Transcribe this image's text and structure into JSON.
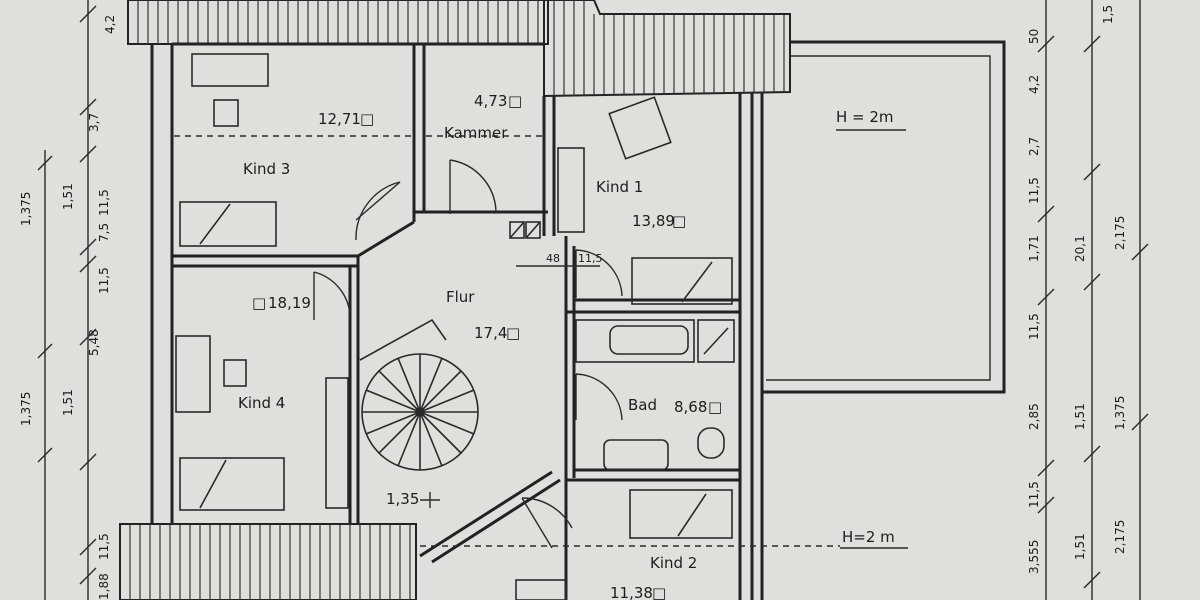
{
  "rooms": [
    {
      "id": "kind3",
      "name": "Kind 3",
      "area": "12,71"
    },
    {
      "id": "kammer",
      "name": "Kammer",
      "area": "4,73"
    },
    {
      "id": "kind1",
      "name": "Kind 1",
      "area": "13,89"
    },
    {
      "id": "kind4",
      "name": "Kind 4",
      "area": "18,19"
    },
    {
      "id": "flur",
      "name": "Flur",
      "area": "17,4"
    },
    {
      "id": "bad",
      "name": "Bad",
      "area": "8,68"
    },
    {
      "id": "kind2",
      "name": "Kind 2",
      "area": "11,38"
    }
  ],
  "height_notes": [
    "H = 2m",
    "H=2 m"
  ],
  "area_marker": "□",
  "interior_dims": [
    "48",
    "11,5",
    "1,35"
  ],
  "left_dims": [
    "4,2",
    "3,7",
    "1,51",
    "1,375",
    "11,5",
    "7,5",
    "11,5",
    "5,48",
    "1,51",
    "1,375",
    "11,5",
    "1,88"
  ],
  "right_dims": [
    "1,5",
    "50",
    "4,2",
    "2,7",
    "11,5",
    "1,71",
    "2,175",
    "20,1",
    "11,5",
    "2,85",
    "1,51",
    "1,375",
    "11,5",
    "3,555",
    "1,51",
    "2,175"
  ]
}
